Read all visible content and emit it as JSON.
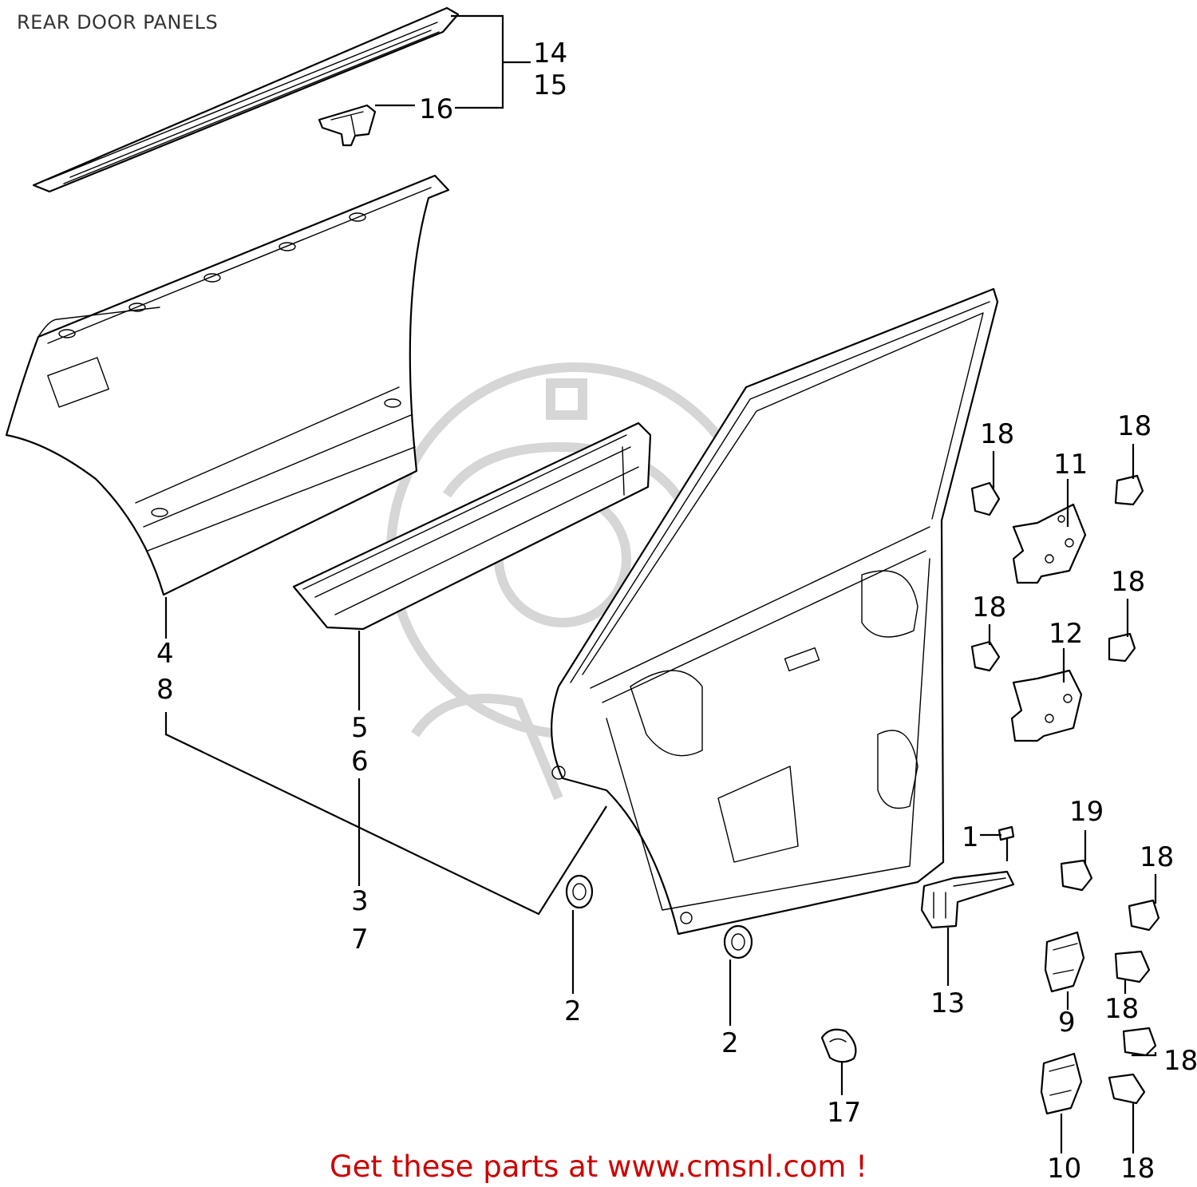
{
  "title": "REAR DOOR PANELS",
  "footer": {
    "text": "Get these parts at www.cmsnl.com !",
    "color": "#cc0000"
  },
  "callouts": {
    "c1": "1",
    "c2a": "2",
    "c2b": "2",
    "c3": "3",
    "c4": "4",
    "c5": "5",
    "c6": "6",
    "c7": "7",
    "c8": "8",
    "c9": "9",
    "c10": "10",
    "c11": "11",
    "c12": "12",
    "c13": "13",
    "c14": "14",
    "c15": "15",
    "c16": "16",
    "c17": "17",
    "c18a": "18",
    "c18b": "18",
    "c18c": "18",
    "c18d": "18",
    "c18e": "18",
    "c18f": "18",
    "c18g": "18",
    "c18h": "18",
    "c19": "19"
  }
}
